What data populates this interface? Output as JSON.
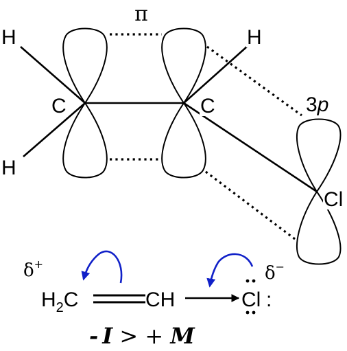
{
  "labels": {
    "pi": "π",
    "orbital_3p_num": "3",
    "orbital_3p_letter": "p",
    "carbon_left": "C",
    "carbon_right": "C",
    "hydrogen_top_left": "H",
    "hydrogen_bottom_left": "H",
    "hydrogen_top_right": "H",
    "chlorine": "Cl",
    "delta_plus_sym": "δ",
    "delta_plus_sign": "+",
    "delta_minus_sym": "δ",
    "delta_minus_sign": "−",
    "formula_h": "H",
    "formula_sub2": "2",
    "formula_c": "C",
    "formula_ch": "CH",
    "formula_cl": "Cl",
    "formula_lone_pair": ":"
  },
  "effect": {
    "minus": "-",
    "i": "I",
    "gt_plus": " > + ",
    "m": "M"
  },
  "colors": {
    "arrow": "#1020c8",
    "ink": "#000000"
  }
}
